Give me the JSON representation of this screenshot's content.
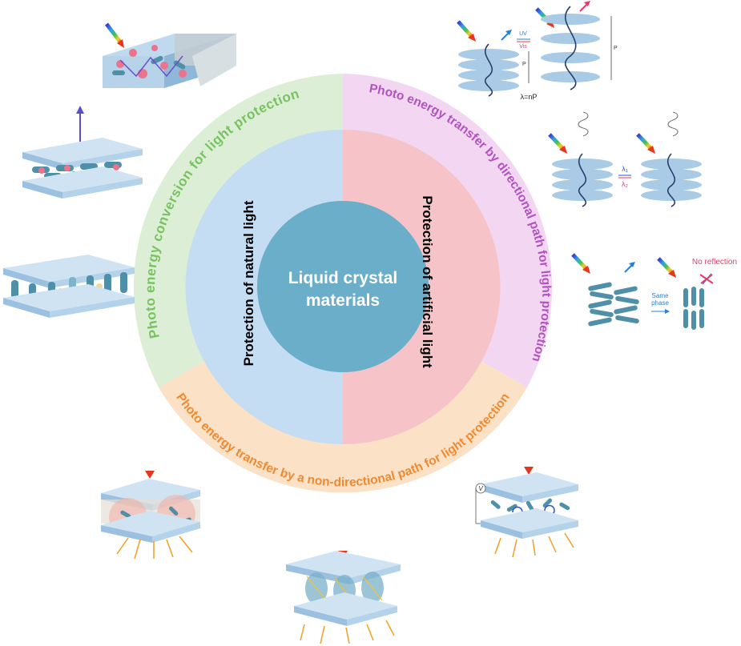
{
  "center": {
    "line1": "Liquid crystal",
    "line2": "materials"
  },
  "inner": {
    "natural": "Protection of natural light",
    "artificial": "Protection of artificial light"
  },
  "outer": {
    "conversion": "Photo energy conversion for light protection",
    "directional": "Photo energy transfer by directional path for light protection",
    "non_directional": "Photo energy transfer by a non-directional path for light protection"
  },
  "annotations": {
    "uv": "UV",
    "vis": "Vis",
    "pitch": "P",
    "equation": "λ=nP",
    "lambda1": "λ₁",
    "lambda2": "λ₂",
    "no_reflection": "No reflection",
    "same": "Same",
    "phase": "phase",
    "voltage": "V"
  },
  "colors": {
    "outer_green": "#dcefd6",
    "outer_pink": "#f2d6f2",
    "outer_orange": "#fbe2c6",
    "inner_blue": "#c4ddf3",
    "inner_red": "#f6c4c8",
    "center_circle": "#6aaec9",
    "label_green": "#78c261",
    "label_purple": "#b053c0",
    "label_orange": "#f08a32",
    "panel": "#a9cbe6",
    "rod": "#4f90a8"
  }
}
